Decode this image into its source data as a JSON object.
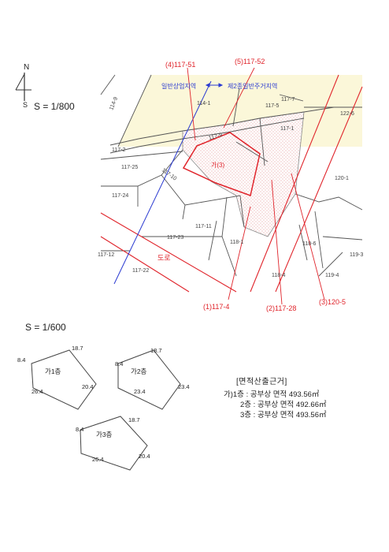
{
  "north": {
    "n": "N",
    "s": "S"
  },
  "scale_map": "S = 1/800",
  "scale_floors": "S = 1/600",
  "callouts": {
    "top": [
      "(4)117-51",
      "(5)117-52"
    ],
    "bottom": [
      "(1)117-4",
      "(2)117-28",
      "(3)120-5"
    ]
  },
  "zones": {
    "left": "일반상업지역",
    "right": "제2종일반주거지역"
  },
  "parcels": {
    "p1": "114-9",
    "p2": "114-1",
    "p3": "117-7",
    "p4": "117-5",
    "p5": "122-6",
    "p6": "117-1",
    "p7": "117-2",
    "p8": "117-25",
    "p9": "117-10",
    "p10": "117-24",
    "p11": "120-1",
    "p12": "117-11",
    "p13": "117-23",
    "p14": "118-1",
    "p15": "118-6",
    "p16": "117-12",
    "p17": "117-22",
    "p18": "118-4",
    "p19": "119-4",
    "p20": "119-3",
    "p21": "117-9"
  },
  "site_label": "가(3)",
  "road_label": "도로",
  "floors": [
    {
      "label": "가1층",
      "top": "18.7",
      "left": "8.4",
      "right": "20.4",
      "bottom": "26.4"
    },
    {
      "label": "가2층",
      "top": "18.7",
      "left": "8.4",
      "right": "23.4",
      "bottom": "23.4"
    },
    {
      "label": "가3층",
      "top": "18.7",
      "left": "8.4",
      "right": "20.4",
      "bottom": "26.4"
    }
  ],
  "notes": {
    "title": "[면적산출근거]",
    "lines": [
      "가)1층 : 공부상 면적 493.56㎡",
      "2층 : 공부상 면적 492.66㎡",
      "3층 : 공부상 면적 493.56㎡"
    ]
  },
  "colors": {
    "red": "#e0242b",
    "blue": "#2b3bd1",
    "hatch": "#f2d6d6",
    "zone": "#fbf7d9"
  }
}
